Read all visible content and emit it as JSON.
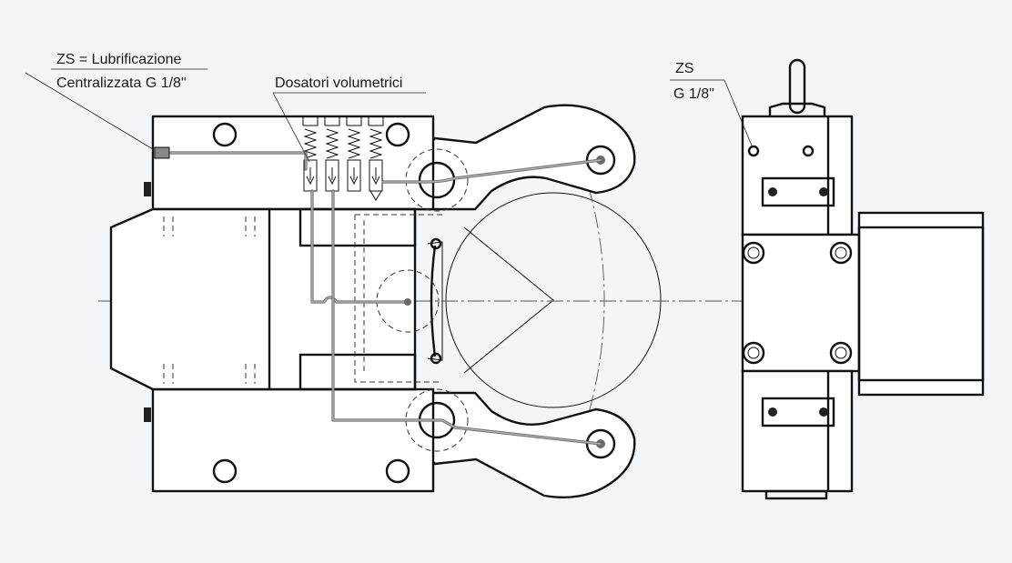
{
  "labels": {
    "zs_line1": "ZS = Lubrificazione",
    "zs_line2": "Centralizzata G 1/8\"",
    "dosatori": "Dosatori volumetrici",
    "side_zs": "ZS",
    "side_g": "G 1/8\""
  },
  "colors": {
    "background": "#f4f5f6",
    "line": "#111111",
    "pipe": "#6b6b6b"
  }
}
